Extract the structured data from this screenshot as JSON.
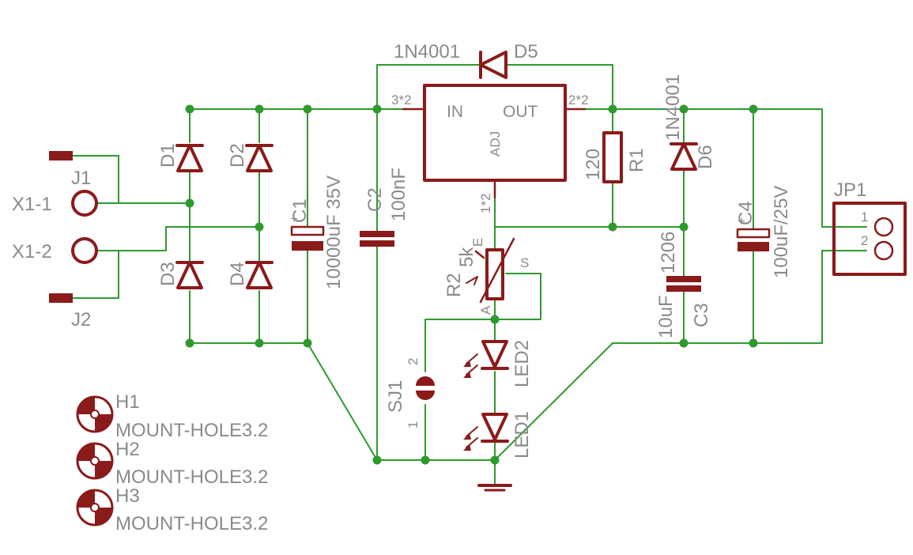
{
  "colors": {
    "wire": "#2e9a2e",
    "symbol": "#8b1a1a",
    "label": "#8a8a8a",
    "background": "#ffffff"
  },
  "connectors": {
    "j1": "J1",
    "j2": "J2",
    "x1_1": "X1-1",
    "x1_2": "X1-2"
  },
  "bridge": {
    "d1": "D1",
    "d2": "D2",
    "d3": "D3",
    "d4": "D4"
  },
  "c1": {
    "name": "C1",
    "value": "10000uF 35V",
    "plus": "+"
  },
  "c2": {
    "name": "C2",
    "value": "100nF"
  },
  "d5": {
    "name": "D5",
    "part": "1N4001"
  },
  "d6": {
    "name": "D6",
    "part": "1N4001"
  },
  "regulator": {
    "in": "IN",
    "out": "OUT",
    "adj": "ADJ",
    "pin_in": "3*2",
    "pin_out": "2*2",
    "pin_adj": "1*2"
  },
  "r1": {
    "name": "R1",
    "value": "120"
  },
  "r2": {
    "name": "R2",
    "value": "5k",
    "pin_e": "E",
    "pin_s": "S",
    "pin_a": "A"
  },
  "c3": {
    "name": "C3",
    "value": "10uF",
    "package": "1206"
  },
  "c4": {
    "name": "C4",
    "value": "100uF/25V",
    "plus": "+"
  },
  "jp1": {
    "name": "JP1",
    "pin1": "1",
    "pin2": "2"
  },
  "sj1": {
    "name": "SJ1",
    "pin1": "1",
    "pin2": "2"
  },
  "leds": {
    "led1": "LED1",
    "led2": "LED2"
  },
  "mount_holes": [
    {
      "name": "H1",
      "value": "MOUNT-HOLE3.2"
    },
    {
      "name": "H2",
      "value": "MOUNT-HOLE3.2"
    },
    {
      "name": "H3",
      "value": "MOUNT-HOLE3.2"
    }
  ]
}
